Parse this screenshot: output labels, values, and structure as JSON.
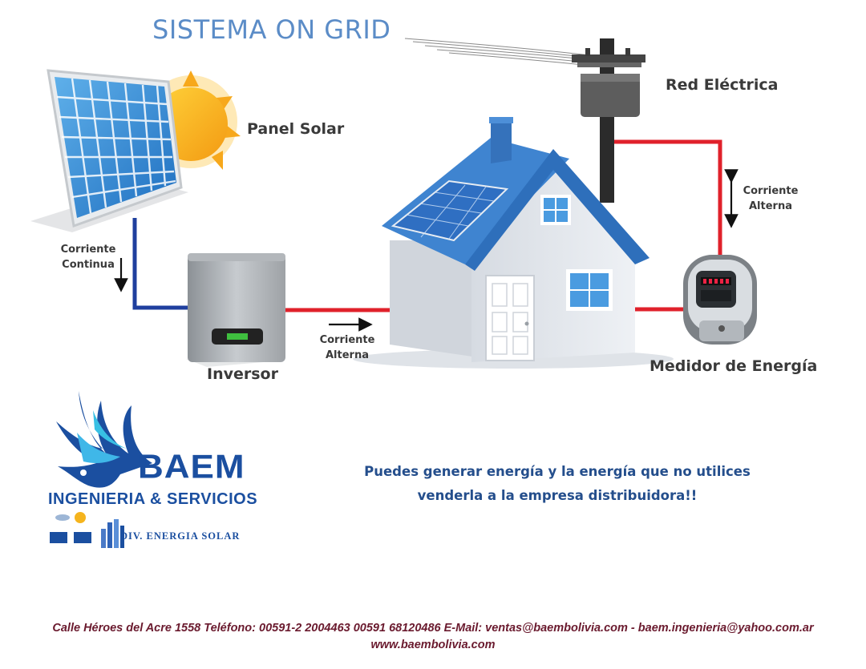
{
  "title": "SISTEMA ON GRID",
  "labels": {
    "panel_solar": "Panel Solar",
    "red_electrica": "Red Eléctrica",
    "inversor": "Inversor",
    "medidor": "Medidor de Energía",
    "corriente_continua_1": "Corriente",
    "corriente_continua_2": "Continua",
    "corriente_alterna_inv_1": "Corriente",
    "corriente_alterna_inv_2": "Alterna",
    "corriente_alterna_red_1": "Corriente",
    "corriente_alterna_red_2": "Alterna"
  },
  "message": {
    "line1": "Puedes generar energía y la energía que no utilices",
    "line2": "venderla a la empresa distribuidora!!"
  },
  "logo": {
    "name": "BAEM",
    "subtitle": "INGENIERIA & SERVICIOS",
    "division": "DIV. ENERGIA SOLAR"
  },
  "footer": {
    "line1": "Calle Héroes del Acre 1558  Teléfono: 00591-2 2004463  00591 68120486   E-Mail:  ventas@baembolivia.com - baem.ingenieria@yahoo.com.ar",
    "line2": "www.baembolivia.com"
  },
  "colors": {
    "title": "#5b8cc7",
    "dc_line": "#1f3f9e",
    "ac_line": "#e0212b",
    "roof": "#3f84d0",
    "brand": "#1b4fa0",
    "footer": "#6a1a2e"
  },
  "icons": [
    "solar-panel-icon",
    "sun-icon",
    "utility-pole-icon",
    "house-icon",
    "inverter-icon",
    "energy-meter-icon",
    "bird-logo-icon"
  ]
}
